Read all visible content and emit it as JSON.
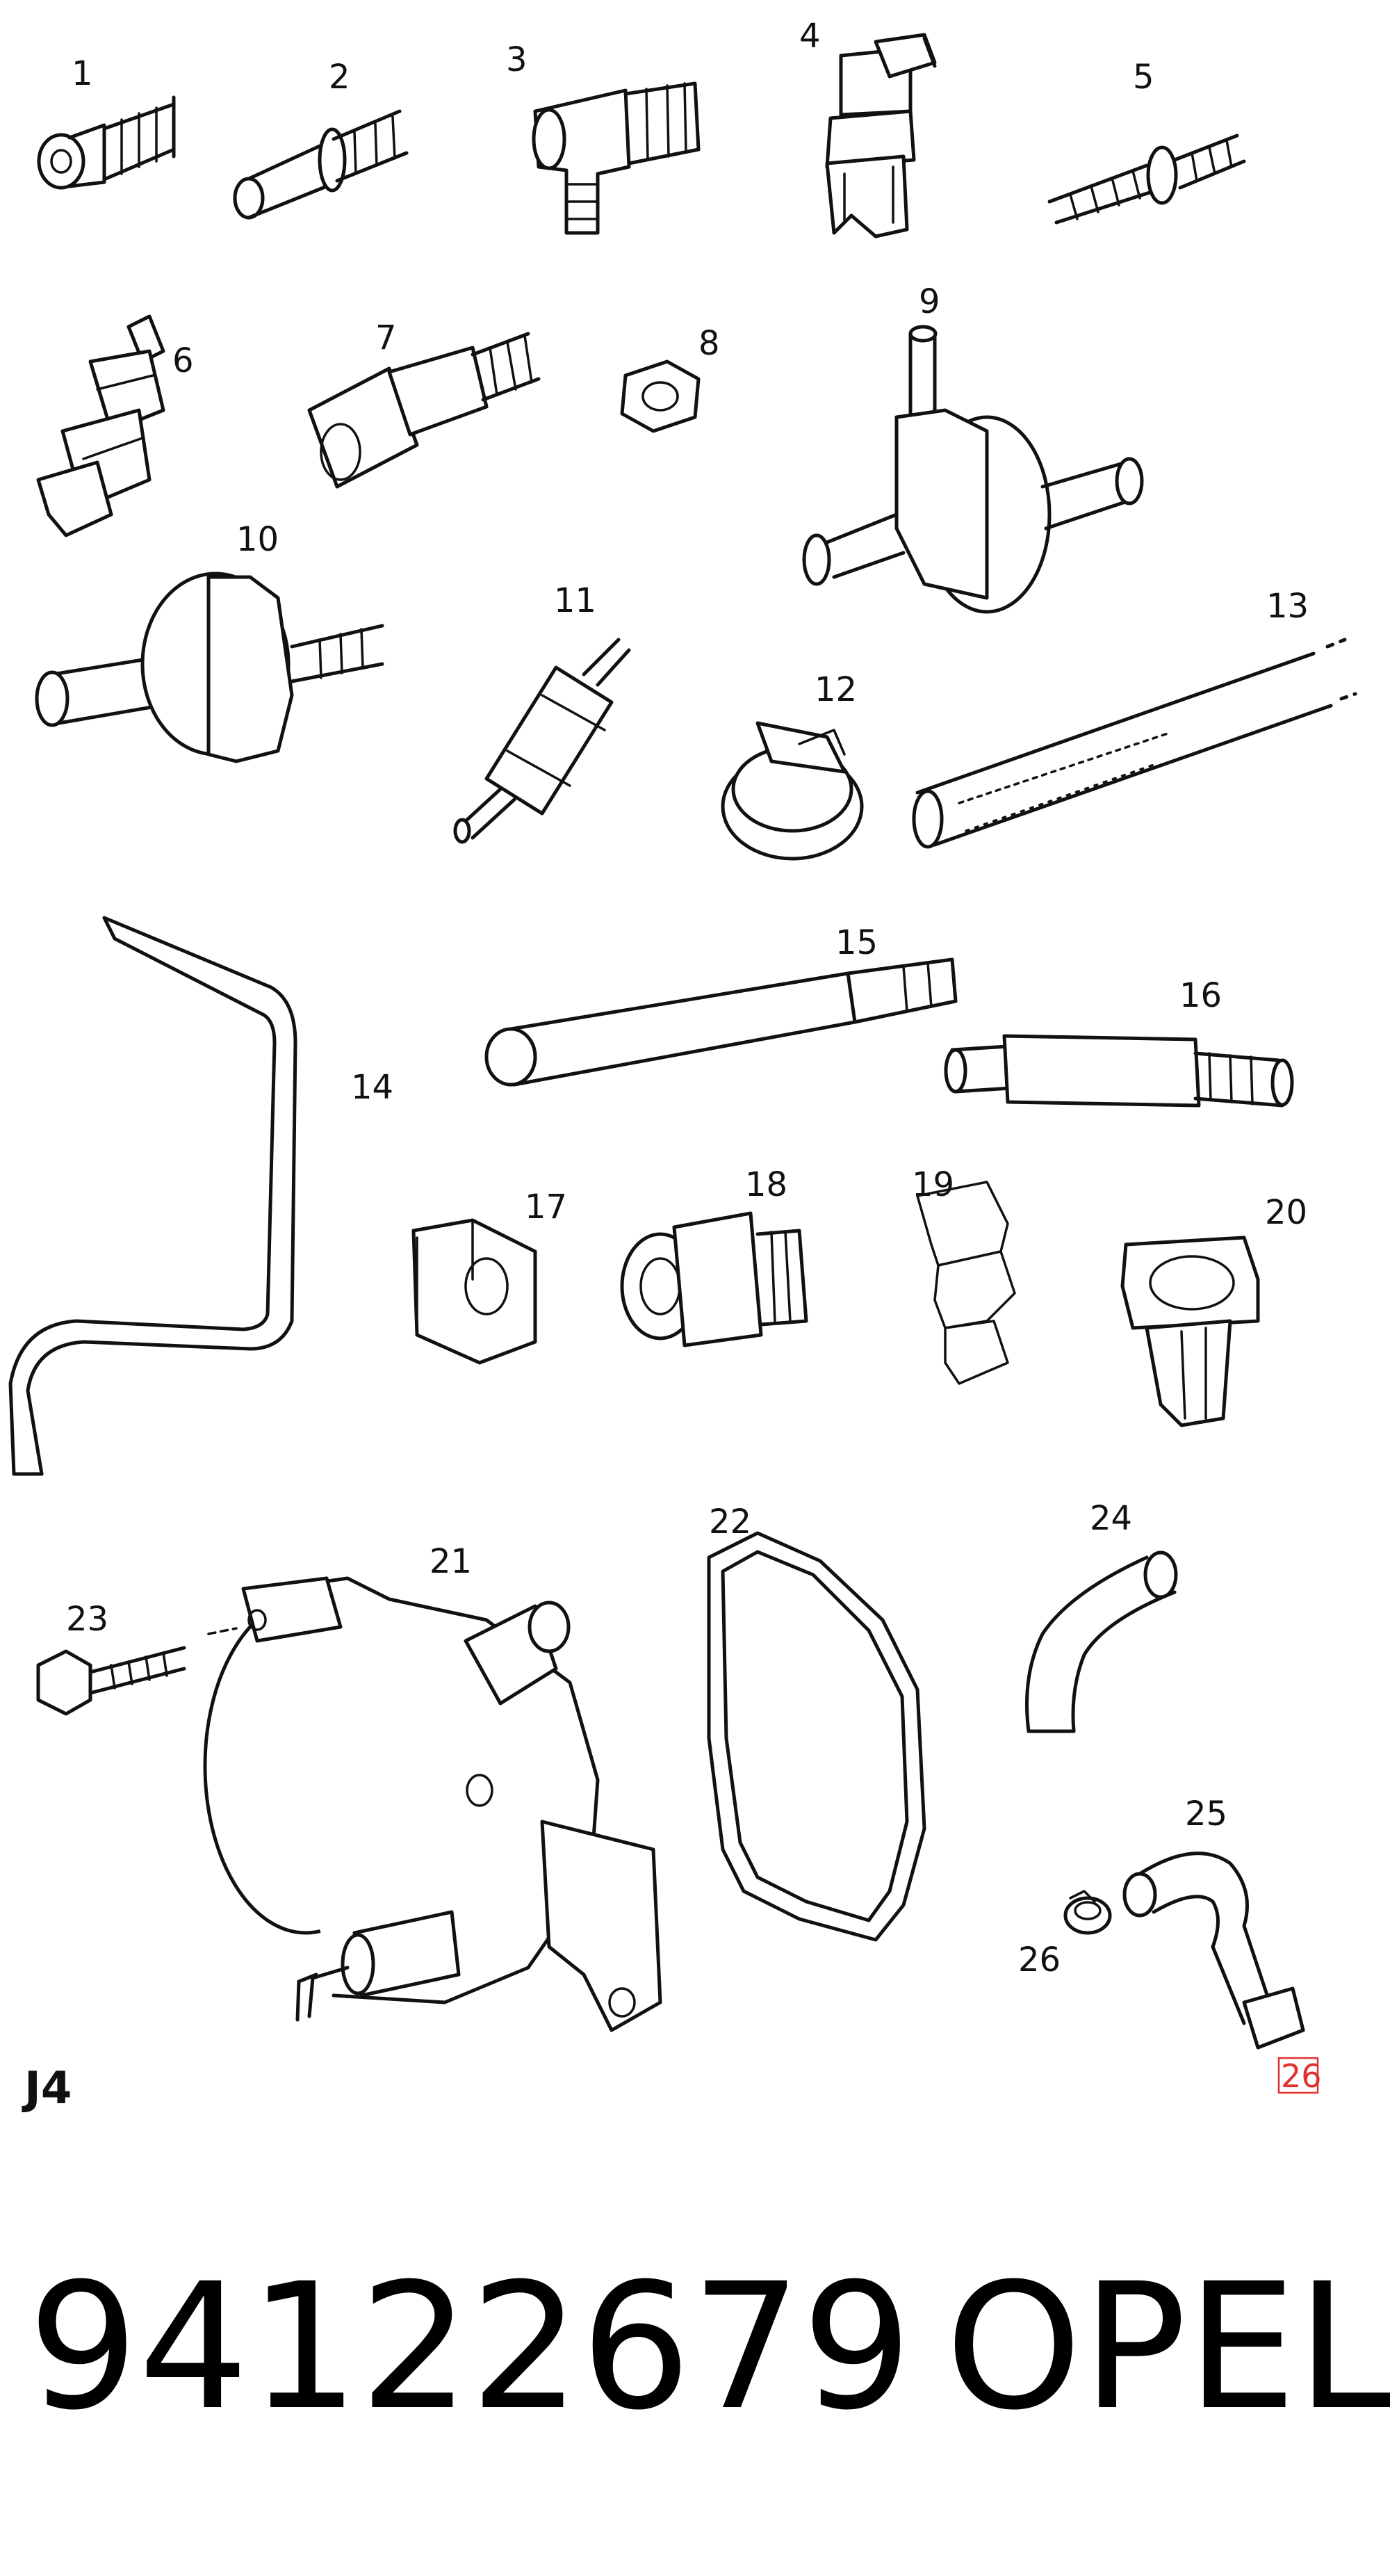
{
  "diagram": {
    "sheet_label": "J4",
    "callouts": [
      "1",
      "2",
      "3",
      "4",
      "5",
      "6",
      "7",
      "8",
      "9",
      "10",
      "11",
      "12",
      "13",
      "14",
      "15",
      "16",
      "17",
      "18",
      "19",
      "20",
      "21",
      "22",
      "23",
      "24",
      "25",
      "26"
    ],
    "highlight_label": "26"
  },
  "caption": {
    "part_number": "94122679",
    "brand": "OPEL"
  }
}
